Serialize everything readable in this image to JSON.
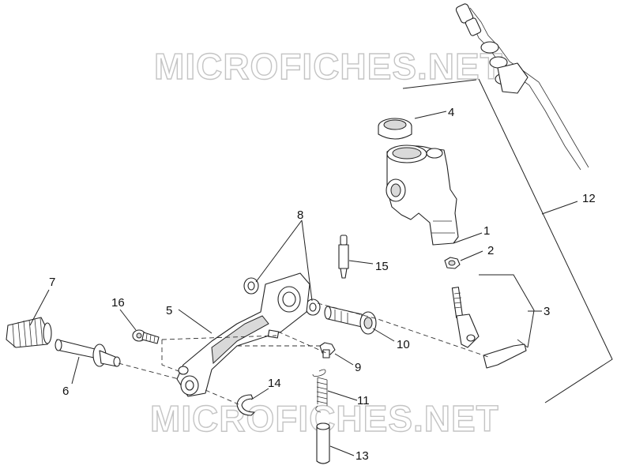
{
  "watermark": {
    "top_text": "MICROFICHES.NET",
    "bottom_text": "MICROFICHES.NET"
  },
  "callouts": [
    {
      "id": "c1",
      "label": "1"
    },
    {
      "id": "c2",
      "label": "2"
    },
    {
      "id": "c3",
      "label": "3"
    },
    {
      "id": "c4",
      "label": "4"
    },
    {
      "id": "c5",
      "label": "5"
    },
    {
      "id": "c6",
      "label": "6"
    },
    {
      "id": "c7",
      "label": "7"
    },
    {
      "id": "c8",
      "label": "8"
    },
    {
      "id": "c9",
      "label": "9"
    },
    {
      "id": "c10",
      "label": "10"
    },
    {
      "id": "c11",
      "label": "11"
    },
    {
      "id": "c12",
      "label": "12"
    },
    {
      "id": "c13",
      "label": "13"
    },
    {
      "id": "c14",
      "label": "14"
    },
    {
      "id": "c15",
      "label": "15"
    },
    {
      "id": "c16",
      "label": "16"
    }
  ]
}
